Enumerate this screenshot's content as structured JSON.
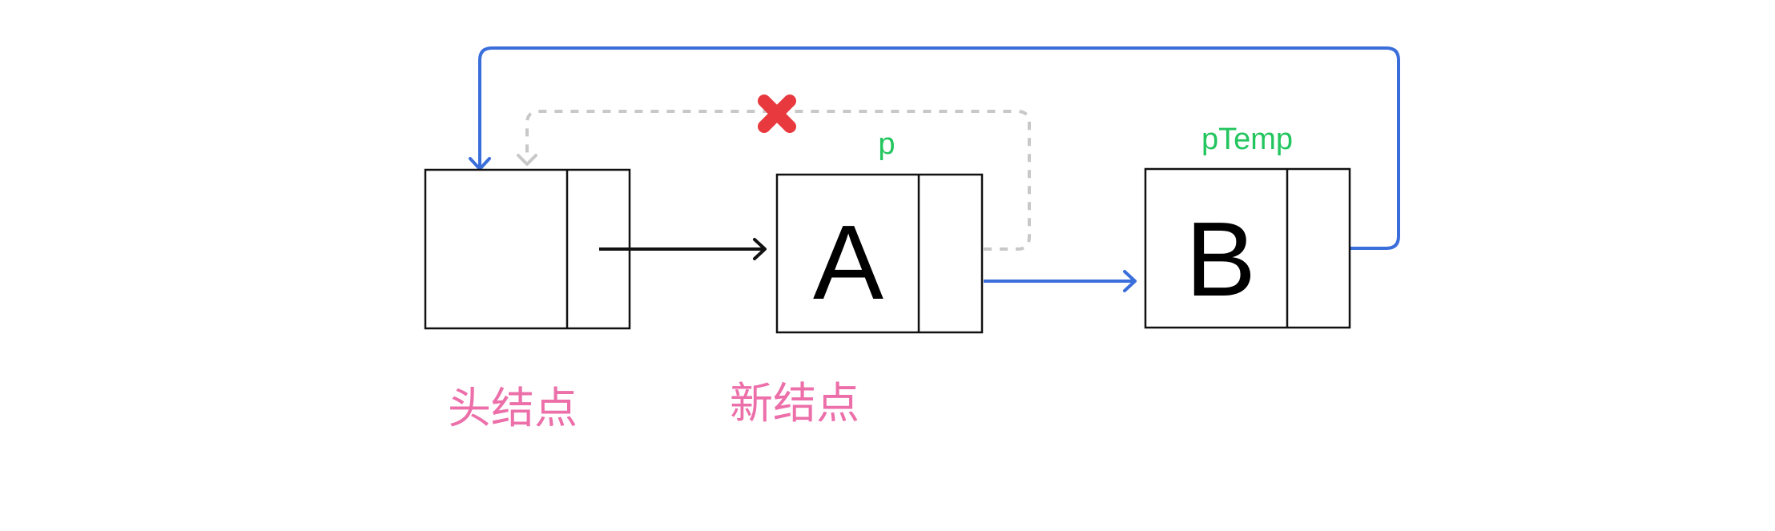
{
  "diagram": {
    "type": "singly-linked-list-insertion",
    "nodes": [
      {
        "id": "head",
        "value": "",
        "caption": "头结点",
        "pointer_label": ""
      },
      {
        "id": "new",
        "value": "A",
        "caption": "新结点",
        "pointer_label": "p"
      },
      {
        "id": "next",
        "value": "B",
        "caption": "",
        "pointer_label": "pTemp"
      }
    ],
    "edges": [
      {
        "from": "head",
        "to": "new",
        "style": "solid",
        "color": "#111111"
      },
      {
        "from": "new",
        "to": "next",
        "style": "solid",
        "color": "#3A6EDB"
      },
      {
        "from": "next",
        "to": "head",
        "style": "solid",
        "color": "#3A6EDB"
      },
      {
        "from": "new",
        "to": "head",
        "style": "dashed",
        "color": "#C8C8C8",
        "removed": true
      }
    ],
    "colors": {
      "pointer_label": "#22C55E",
      "caption": "#EC6FA9",
      "cross": "#E8393E"
    }
  }
}
